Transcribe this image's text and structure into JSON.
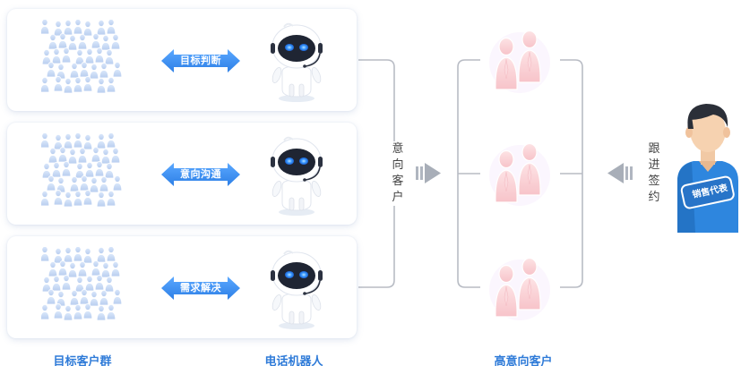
{
  "rows": [
    {
      "action_label": "目标判断"
    },
    {
      "action_label": "意向沟通"
    },
    {
      "action_label": "需求解决"
    }
  ],
  "columns": {
    "target_customers": "目标客户群",
    "robot": "电话机器人",
    "high_intent": "高意向客户"
  },
  "flow": {
    "intent_customers": [
      "意",
      "向",
      "客",
      "户"
    ],
    "follow_sign": [
      "跟",
      "进",
      "签",
      "约"
    ]
  },
  "sales_badge": "销售代表",
  "colors": {
    "accent_blue": "#2f7bd8",
    "arrow_blue": "#3b8ef0",
    "line_gray": "#b8bcc4",
    "robot_eye": "#2d8cff",
    "sales_shirt": "#2e86de"
  }
}
